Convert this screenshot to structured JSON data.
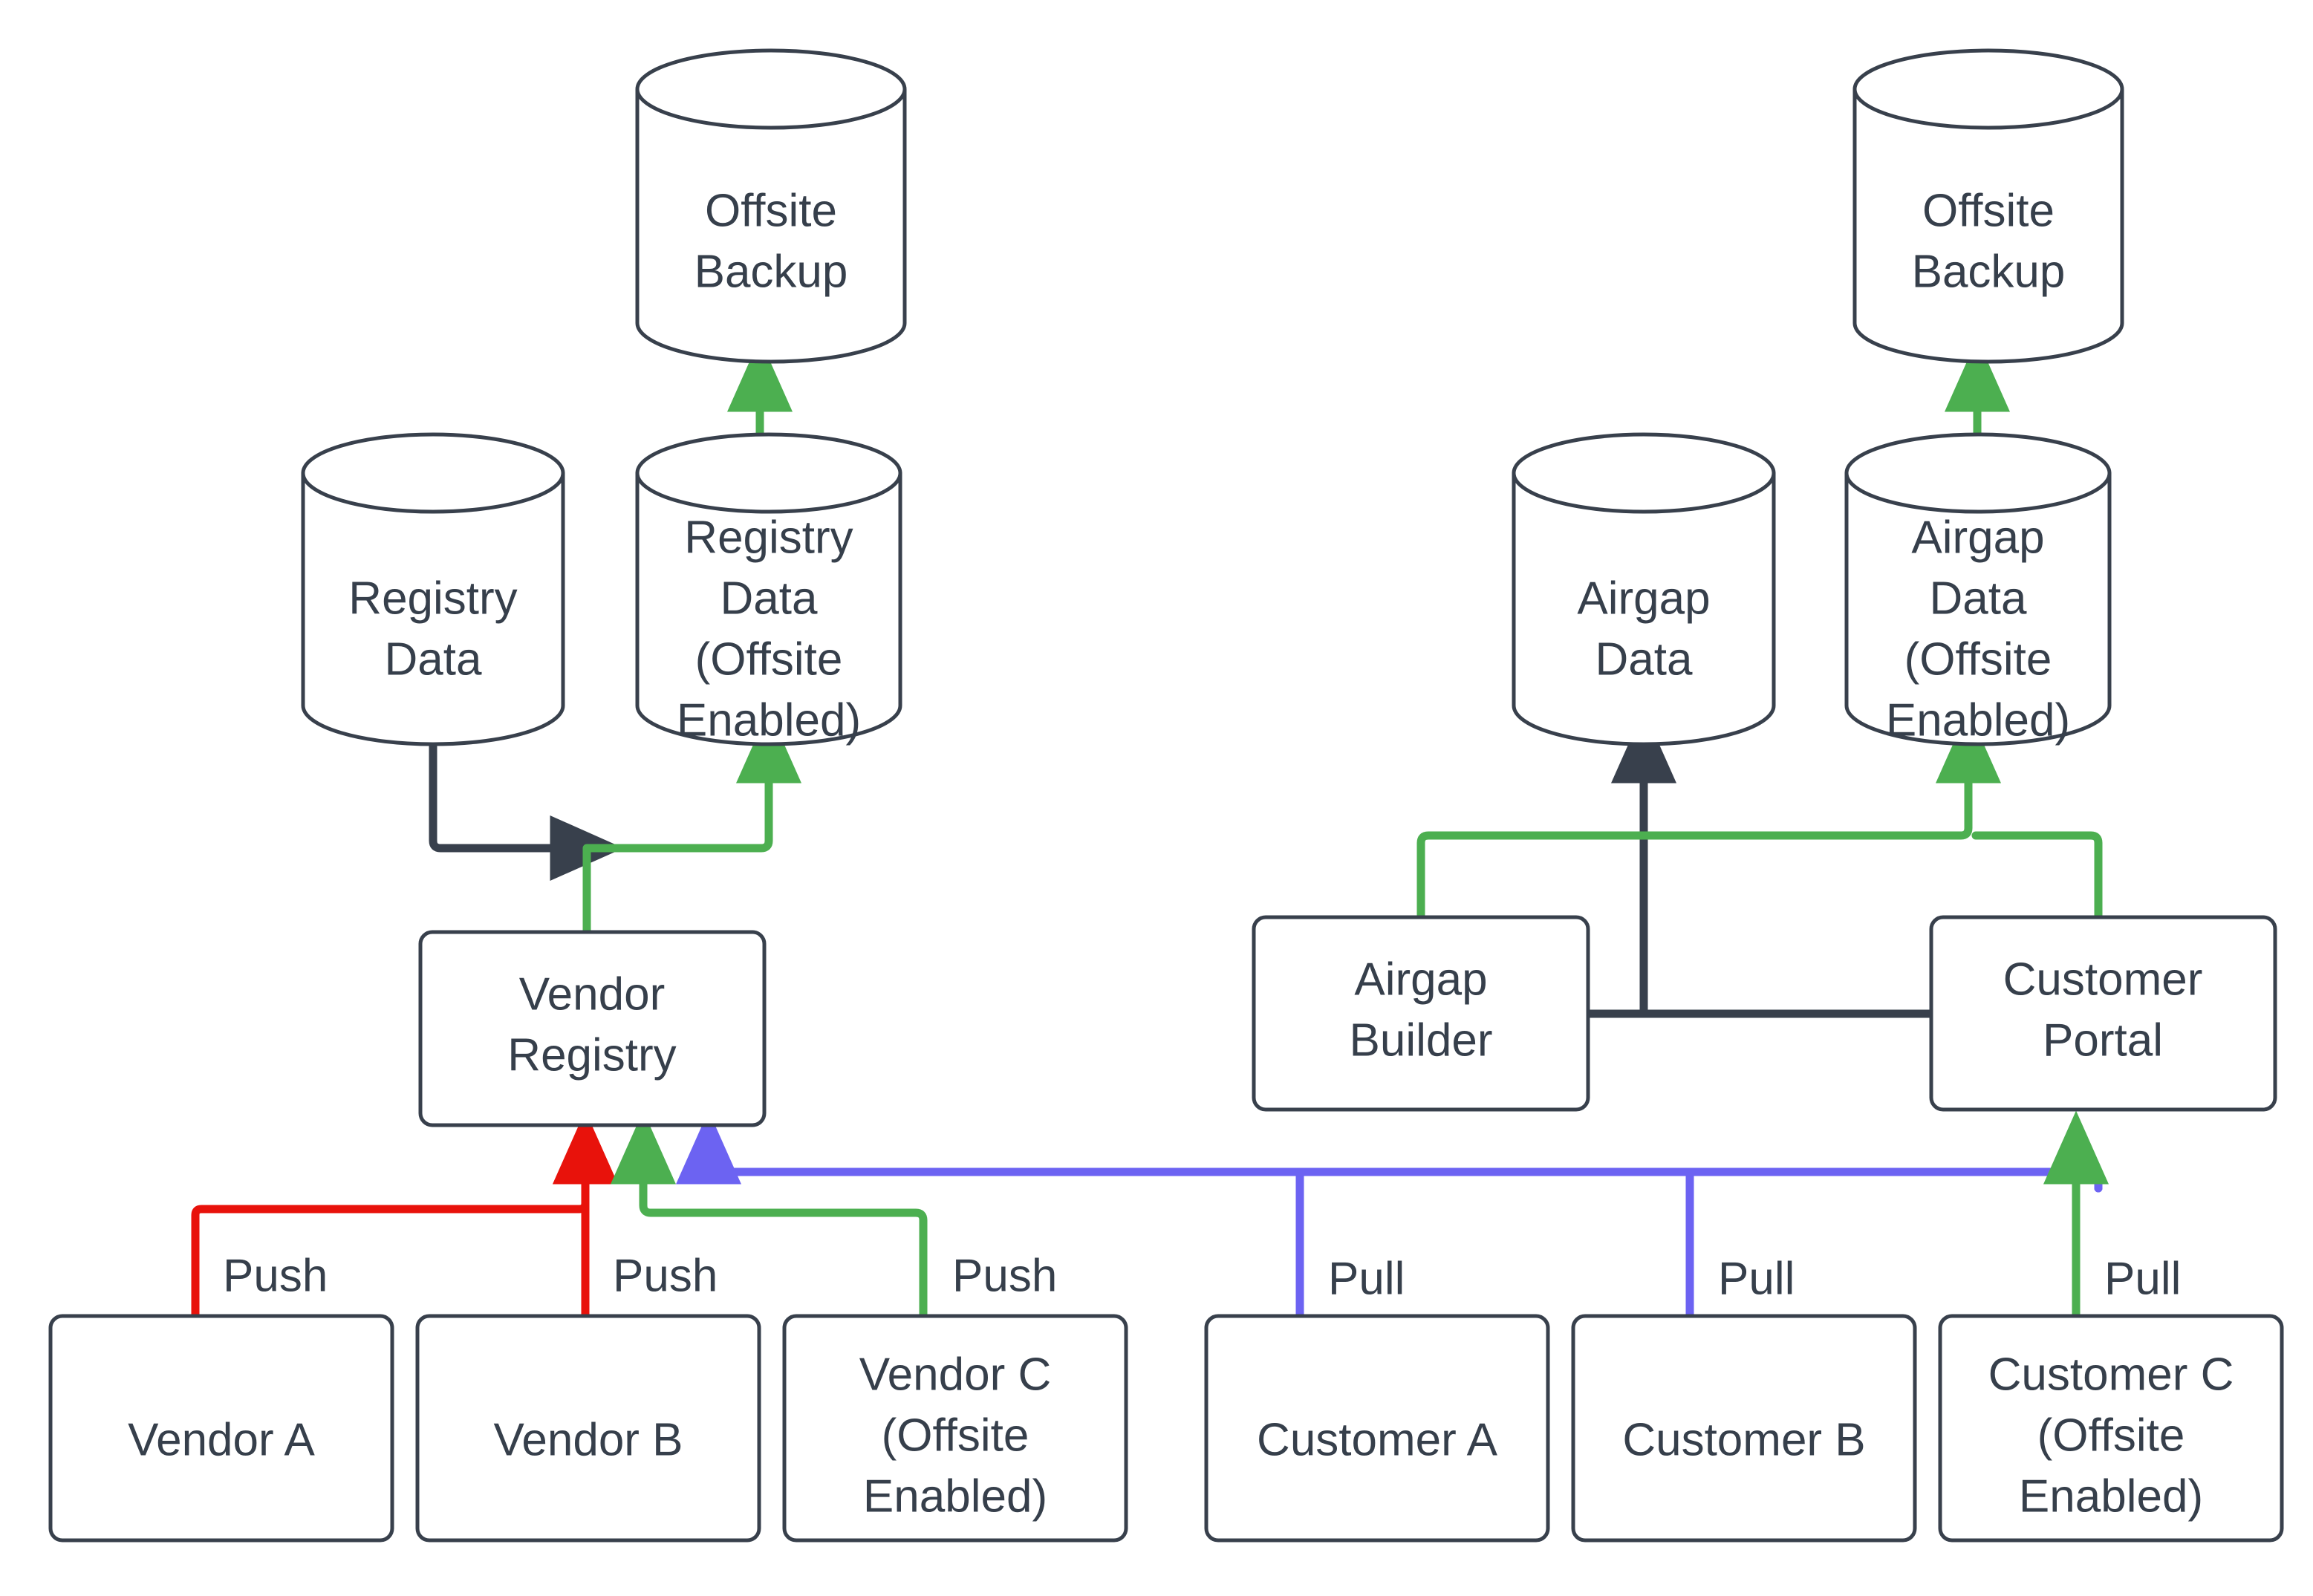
{
  "diagram": {
    "title": "Vendor Registry and Customer Airgap Data Flow",
    "background_color": "#ffffff",
    "node_stroke_color": "#38404c",
    "node_fill_color": "#ffffff",
    "label_color": "#363f4b",
    "edge_colors": {
      "dark": "#38404c",
      "green": "#4caf50",
      "red": "#e8120b",
      "purple": "#6c63f2"
    }
  },
  "nodes": {
    "offsite_backup_left": {
      "id": "offsite-backup-left",
      "shape": "cylinder",
      "lines": [
        "Offsite",
        "Backup"
      ]
    },
    "registry_data": {
      "id": "registry-data",
      "shape": "cylinder",
      "lines": [
        "Registry",
        "Data"
      ]
    },
    "registry_data_offsite": {
      "id": "registry-data-offsite",
      "shape": "cylinder",
      "lines": [
        "Registry",
        "Data",
        "(Offsite",
        "Enabled)"
      ]
    },
    "vendor_registry": {
      "id": "vendor-registry",
      "shape": "box",
      "lines": [
        "Vendor",
        "Registry"
      ]
    },
    "vendor_a": {
      "id": "vendor-a",
      "shape": "box",
      "lines": [
        "Vendor A"
      ]
    },
    "vendor_b": {
      "id": "vendor-b",
      "shape": "box",
      "lines": [
        "Vendor B"
      ]
    },
    "vendor_c": {
      "id": "vendor-c",
      "shape": "box",
      "lines": [
        "Vendor C",
        "(Offsite",
        "Enabled)"
      ]
    },
    "offsite_backup_right": {
      "id": "offsite-backup-right",
      "shape": "cylinder",
      "lines": [
        "Offsite",
        "Backup"
      ]
    },
    "airgap_data": {
      "id": "airgap-data",
      "shape": "cylinder",
      "lines": [
        "Airgap",
        "Data"
      ]
    },
    "airgap_data_offsite": {
      "id": "airgap-data-offsite",
      "shape": "cylinder",
      "lines": [
        "Airgap",
        "Data",
        "(Offsite",
        "Enabled)"
      ]
    },
    "airgap_builder": {
      "id": "airgap-builder",
      "shape": "box",
      "lines": [
        "Airgap",
        "Builder"
      ]
    },
    "customer_portal": {
      "id": "customer-portal",
      "shape": "box",
      "lines": [
        "Customer",
        "Portal"
      ]
    },
    "customer_a": {
      "id": "customer-a",
      "shape": "box",
      "lines": [
        "Customer A"
      ]
    },
    "customer_b": {
      "id": "customer-b",
      "shape": "box",
      "lines": [
        "Customer B"
      ]
    },
    "customer_c": {
      "id": "customer-c",
      "shape": "box",
      "lines": [
        "Customer C",
        "(Offsite",
        "Enabled)"
      ]
    }
  },
  "edge_labels": {
    "vendor_a_push": "Push",
    "vendor_b_push": "Push",
    "vendor_c_push": "Push",
    "customer_a_pull": "Pull",
    "customer_b_pull": "Pull",
    "customer_c_pull": "Pull"
  },
  "edges": [
    {
      "from": "vendor_a",
      "to": "vendor_registry",
      "label": "Push",
      "color": "red"
    },
    {
      "from": "vendor_b",
      "to": "vendor_registry",
      "label": "Push",
      "color": "red"
    },
    {
      "from": "vendor_c",
      "to": "vendor_registry",
      "label": "Push",
      "color": "green"
    },
    {
      "from": "customer_a",
      "to": "customer_portal",
      "label": "Pull",
      "color": "purple"
    },
    {
      "from": "customer_b",
      "to": "customer_portal",
      "label": "Pull",
      "color": "purple"
    },
    {
      "from": "customer_c",
      "to": "customer_portal",
      "label": "Pull",
      "color": "green"
    },
    {
      "from": "customer_a",
      "to": "vendor_registry",
      "label": "",
      "color": "purple"
    },
    {
      "from": "customer_b",
      "to": "vendor_registry",
      "label": "",
      "color": "purple"
    },
    {
      "from": "vendor_registry",
      "to": "registry_data",
      "label": "",
      "color": "dark"
    },
    {
      "from": "vendor_registry",
      "to": "registry_data_offsite",
      "label": "",
      "color": "green"
    },
    {
      "from": "registry_data_offsite",
      "to": "offsite_backup_left",
      "label": "",
      "color": "green"
    },
    {
      "from": "airgap_builder",
      "to": "airgap_data_offsite",
      "label": "",
      "color": "green"
    },
    {
      "from": "customer_portal",
      "to": "airgap_data",
      "label": "",
      "color": "dark"
    },
    {
      "from": "customer_portal",
      "to": "airgap_data_offsite",
      "label": "",
      "color": "green"
    },
    {
      "from": "airgap_builder",
      "to": "customer_portal",
      "label": "",
      "color": "dark"
    },
    {
      "from": "airgap_data_offsite",
      "to": "offsite_backup_right",
      "label": "",
      "color": "green"
    }
  ]
}
